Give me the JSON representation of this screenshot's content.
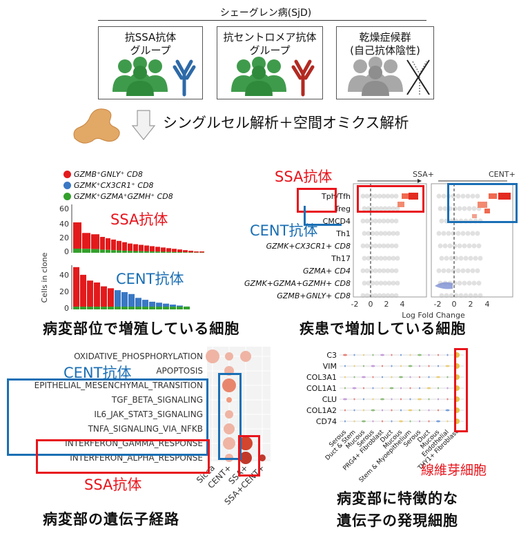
{
  "header": {
    "disease": "シェーグレン病(SjD)",
    "groups": [
      {
        "line1": "抗SSA抗体",
        "line2": "グループ"
      },
      {
        "line1": "抗セントロメア抗体",
        "line2": "グループ"
      },
      {
        "line1": "乾燥症候群",
        "line2": "(自己抗体陰性)"
      }
    ],
    "method": "シングルセル解析＋空間オミクス解析"
  },
  "clone_panel": {
    "legend": [
      {
        "label": "GZMB⁺GNLY⁺ CD8",
        "color": "#e31a1c"
      },
      {
        "label": "GZMK⁺CX3CR1⁺ CD8",
        "color": "#3a78c4"
      },
      {
        "label": "GZMK⁺GZMA⁺GZMH⁺ CD8",
        "color": "#33a02c"
      }
    ],
    "ylabel": "Cells in clone",
    "ssa_label": "SSA抗体",
    "cent_label": "CENT抗体",
    "caption": "病変部位で増殖している細胞",
    "ticks_top": [
      "60",
      "40",
      "20",
      "0"
    ],
    "ticks_bottom": [
      "40",
      "20",
      "0"
    ]
  },
  "logfc_panel": {
    "ssa_label": "SSA抗体",
    "cent_label": "CENT抗体",
    "col1": "SSA+",
    "col2": "CENT+",
    "xlabel": "Log Fold Change",
    "xticks1": [
      "-2",
      "0",
      "2",
      "4"
    ],
    "xticks2": [
      "-2",
      "0",
      "2",
      "4"
    ],
    "rows": [
      "Tph/Tfh",
      "Treg",
      "CMCD4",
      "Th1",
      "GZMK+CX3CR1+ CD8",
      "Th17",
      "GZMA+ CD4",
      "GZMK+GZMA+GZMH+ CD8",
      "GZMB+GNLY+ CD8"
    ],
    "caption": "疾患で増加している細胞"
  },
  "pathway_panel": {
    "cent_label": "CENT抗体",
    "ssa_label": "SSA抗体",
    "pathways": [
      "OXIDATIVE_PHOSPHORYLATION",
      "APOPTOSIS",
      "EPITHELIAL_MESENCHYMAL_TRANSITION",
      "TGF_BETA_SIGNALING",
      "IL6_JAK_STAT3_SIGNALING",
      "TNFA_SIGNALING_VIA_NFKB",
      "INTERFERON_GAMMA_RESPONSE",
      "INTERFERON_ALPHA_RESPONSE"
    ],
    "groups": [
      "Sicca",
      "CENT+",
      "SSA+",
      "SSA+CENT+"
    ],
    "caption": "病変部の遺伝子経路"
  },
  "violin_panel": {
    "genes": [
      "C3",
      "VIM",
      "COL3A1",
      "COL1A1",
      "CLU",
      "COL1A2",
      "CD74"
    ],
    "celltypes": [
      "Serous",
      "Duct & Stem",
      "Mucous",
      "Serous",
      "PRG4+ Fibroblast",
      "Duct",
      "Mucous",
      "Stem & Myoepithelium",
      "Serous",
      "Duct",
      "Mucous",
      "Endothelial",
      "THY1+ Fibroblast"
    ],
    "label": "線維芽細胞",
    "caption_line1": "病変部に特徴的な",
    "caption_line2": "遺伝子の発現細胞"
  }
}
